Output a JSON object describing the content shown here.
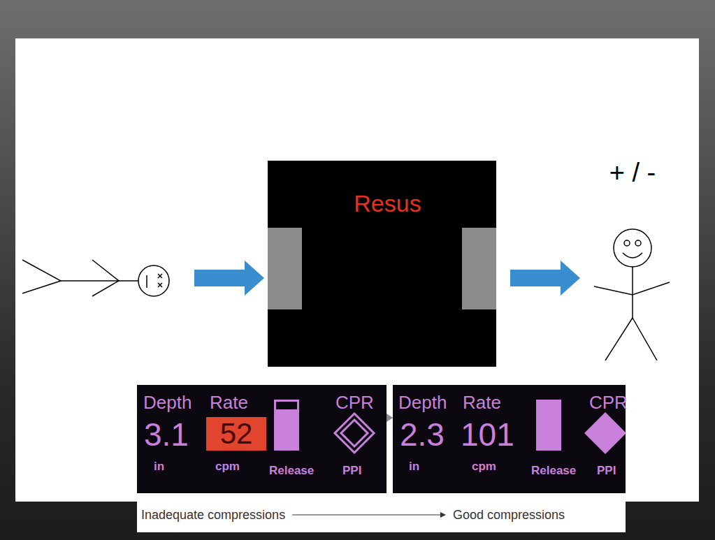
{
  "diagram": {
    "nodes": [
      {
        "text": [
          "Resus"
        ]
      },
      {
        "text": [
          "Depth",
          "Rate",
          "CPR",
          "3.1",
          "in",
          "cpm",
          "Release",
          "PPI"
        ]
      },
      {
        "text": [
          "52"
        ],
        "in": 1
      },
      {
        "text": [
          "Depth",
          "Rate",
          "CPR",
          "2.3",
          "101",
          "in",
          "cpm",
          "Release",
          "PPI"
        ]
      }
    ],
    "edges": [
      {
        "from": 1,
        "to": 3,
        "arrow": "to"
      }
    ],
    "labels": [
      "+ / -",
      "Inadequate compressions",
      "Good compressions"
    ]
  }
}
